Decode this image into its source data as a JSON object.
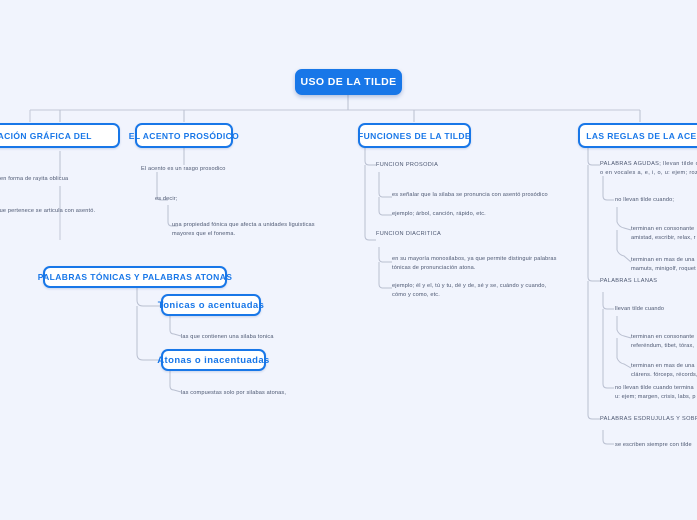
{
  "theme": {
    "background": "#f1f4fd",
    "accent": "#1877e8",
    "root_text": "#ffffff",
    "node_fill": "#ffffff",
    "leaf_text": "#4b5670",
    "wire": "#b9bfd0"
  },
  "root": {
    "label": "USO DE LA TILDE"
  },
  "branches": [
    {
      "id": "representacion-grafica",
      "label": "NTACIÓN GRÁFICA DEL",
      "leaves": [
        {
          "id": "rayita-oblicua",
          "text": "o en forma de rayita oblicua"
        },
        {
          "id": "articula-con-acento",
          "text": "la que pertenece se articula con asentó."
        }
      ]
    },
    {
      "id": "acento-prosodico",
      "label": "EL ACENTO PROSÓDICO",
      "leaves": [
        {
          "id": "rasgo-prosodico",
          "text": "El acento es un rasgo prosodico"
        },
        {
          "id": "es-decir",
          "text": "es decir;"
        },
        {
          "id": "propiedad-fonica",
          "text": "una propiedad fónica que afecta a unidades liguisticas\nmayores que el fonema."
        }
      ]
    },
    {
      "id": "funciones-de-la-tilde",
      "label": "FUNCIONES DE LA TILDE",
      "leaves": [
        {
          "id": "funcion-prosodia",
          "text": "FUNCION PROSODIA"
        },
        {
          "id": "prosodia-senalar",
          "text": "es señalar que la silaba se pronuncia con asentó prosódico"
        },
        {
          "id": "prosodia-ejemplo",
          "text": "ejemplo; árbol, canción, rápido, etc."
        },
        {
          "id": "funcion-diacritica",
          "text": "FUNCION DIACRITICA"
        },
        {
          "id": "diacritica-monosilabos",
          "text": "en su mayoría monosilabos, ya que permite distinguir palabras\ntónicas de pronunciación atona."
        },
        {
          "id": "diacritica-ejemplo",
          "text": "ejemplo; él y el, tú y tu, dé y de, sé y se, cuándo y cuando,\ncómo y como, etc."
        }
      ]
    },
    {
      "id": "reglas-acentuacion",
      "label": "LAS REGLAS DE LA ACENTUA",
      "leaves": [
        {
          "id": "palabras-agudas",
          "text": "PALABRAS AGUDAS; llevan tilde cua\no en vocales a, e, i, o, u: ejem; roz"
        },
        {
          "id": "agudas-no-llevan",
          "text": "no llevan tilde cuando;"
        },
        {
          "id": "agudas-consonante",
          "text": "terminan en consonante\namistad, escribir, relax, r"
        },
        {
          "id": "agudas-mas-de-una",
          "text": "terminan en mas de una\nmamuts, minigolf, roquet"
        },
        {
          "id": "palabras-llanas",
          "text": "PALABRAS LLANAS"
        },
        {
          "id": "llanas-llevan",
          "text": "llevan tilde cuando"
        },
        {
          "id": "llanas-consonante",
          "text": "terminan en consonante\nreferéndum, tibet, tórax,"
        },
        {
          "id": "llanas-mas-de-una",
          "text": "terminan en mas de una\nclárens. fórceps, récords,"
        },
        {
          "id": "llanas-no-llevan",
          "text": "no llevan tilde cuando termina\nu: ejem; margen, crisis, labs, p"
        },
        {
          "id": "palabras-esdrujulas",
          "text": "PALABRAS ESDRUJULAS Y SOBREES"
        },
        {
          "id": "esdrujulas-siempre",
          "text": "se escriben siempre con tilde"
        }
      ]
    }
  ],
  "tonicas_atonas": {
    "id": "palabras-tonicas-atonas",
    "label": "PALABRAS TÓNICAS Y PALABRAS ATONAS",
    "children": [
      {
        "id": "tonicas-acentuadas",
        "label": "Tonicas o acentuadas",
        "leaf": "las que contienen una silaba tonica"
      },
      {
        "id": "atonas-inacentuadas",
        "label": "Atonas o inacentuadas",
        "leaf": "las compuestas solo por silabas atonas,"
      }
    ]
  }
}
